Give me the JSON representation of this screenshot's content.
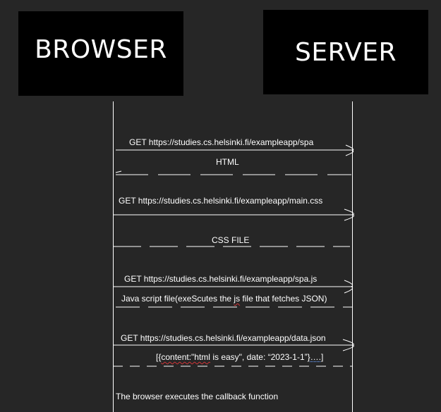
{
  "participants": {
    "browser": "BROWSER",
    "server": "SERVER"
  },
  "messages": [
    {
      "label": "GET https://studies.cs.helsinki.fi/exampleapp/spa",
      "direction": "browser-to-server",
      "style": "solid"
    },
    {
      "label": "HTML",
      "direction": "server-to-browser",
      "style": "dashed"
    },
    {
      "label": "GET https://studies.cs.helsinki.fi/exampleapp/main.css",
      "direction": "browser-to-server",
      "style": "solid"
    },
    {
      "label": "CSS FILE",
      "direction": "server-to-browser",
      "style": "dashed"
    },
    {
      "label": "GET https://studies.cs.helsinki.fi/exampleapp/spa.js",
      "direction": "browser-to-server",
      "style": "solid"
    },
    {
      "label_parts": [
        "Java script file(exeScutes the ",
        "js",
        " file that fetches JSON)"
      ],
      "direction": "server-to-browser",
      "style": "dashed"
    },
    {
      "label": "GET https://studies.cs.helsinki.fi/exampleapp/data.json",
      "direction": "browser-to-server",
      "style": "solid"
    },
    {
      "label_parts": [
        "[{",
        "content:\"html",
        " is easy\", date: “2023-1-1”}",
        "….",
        "]"
      ],
      "direction": "server-to-browser",
      "style": "dashed"
    }
  ],
  "note": "The browser executes the callback function",
  "colors": {
    "background": "#262626",
    "box": "#000000",
    "line": "#ffffff",
    "spellcheck": "#d13438"
  }
}
